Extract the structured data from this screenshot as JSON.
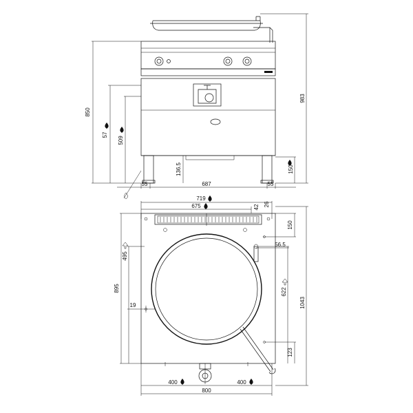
{
  "front_view": {
    "dim_width": "687",
    "dim_left_leg_offset": "55",
    "dim_right_leg_offset": "55",
    "dim_overall_height": "850",
    "dim_total_height": "983",
    "dim_gas_height": "57",
    "dim_water_height": "509",
    "dim_foot_height": "136.5",
    "dim_drain_height": "150"
  },
  "top_view": {
    "dim_outer_width": "719",
    "dim_inner_width": "675",
    "dim_42": "42",
    "dim_26": "26",
    "dim_depth": "895",
    "dim_water_depth": "495",
    "dim_19": "19",
    "dim_150": "150",
    "dim_56_5": "56.5",
    "dim_622": "622",
    "dim_1043": "1043",
    "dim_123": "123",
    "dim_drain_left": "400",
    "dim_drain_right": "400",
    "dim_total_width": "800"
  },
  "icons": {
    "gas": "gas-flame-icon",
    "water": "water-drop-icon",
    "electric": "electric-icon"
  }
}
